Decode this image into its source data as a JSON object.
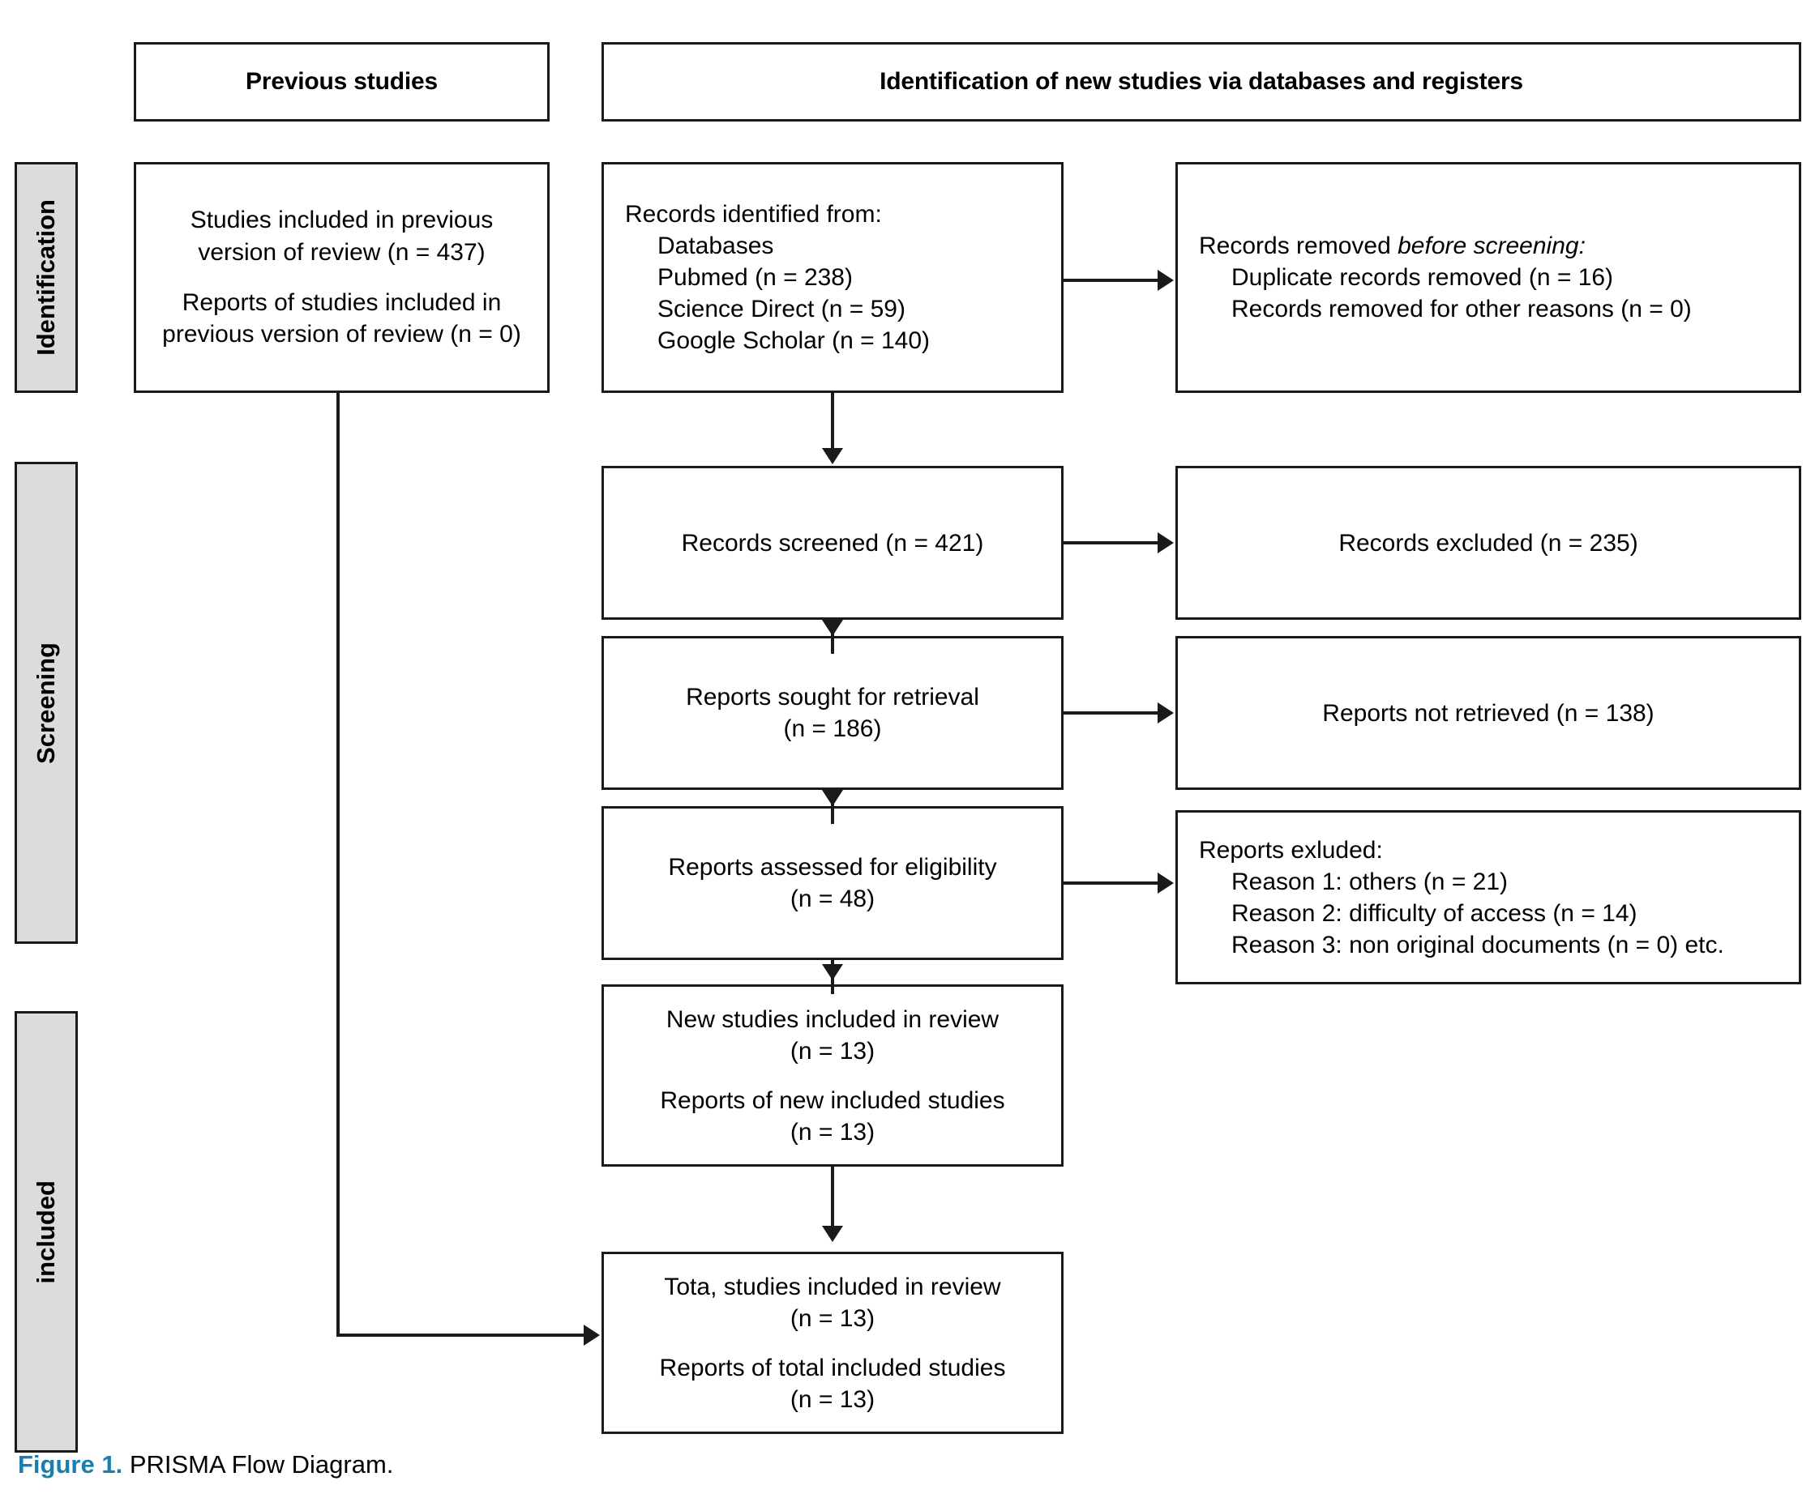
{
  "figure": {
    "number_label": "Figure 1.",
    "caption_text": " PRISMA Flow Diagram.",
    "accent_color": "#1b7fad"
  },
  "column_headers": {
    "previous": "Previous studies",
    "new": "Identification of new studies via databases and registers"
  },
  "phase_bands": [
    {
      "label": "Identification"
    },
    {
      "label": "Screening"
    },
    {
      "label": "included"
    }
  ],
  "previous_studies_box": {
    "para1": "Studies included in previous version of review (n = 437)",
    "para2": "Reports of studies included in previous version of review (n = 0)"
  },
  "identification": {
    "records_identified": {
      "title": "Records identified from:",
      "items": [
        "Databases",
        "Pubmed (n = 238)",
        "Science Direct (n = 59)",
        "Google Scholar (n = 140)"
      ]
    },
    "records_removed": {
      "title_plain": "Records removed ",
      "title_italic": "before screening:",
      "items": [
        "Duplicate records removed (n = 16)",
        "Records removed for other reasons (n = 0)"
      ]
    }
  },
  "screening": {
    "records_screened": "Records screened (n = 421)",
    "records_excluded": "Records excluded (n = 235)",
    "reports_sought_line1": "Reports sought for retrieval",
    "reports_sought_line2": "(n = 186)",
    "reports_not_retrieved": "Reports not retrieved (n = 138)",
    "reports_assessed_line1": "Reports assessed for eligibility",
    "reports_assessed_line2": "(n = 48)",
    "reports_excluded": {
      "title": "Reports exluded:",
      "items": [
        "Reason 1: others (n = 21)",
        "Reason 2: difficulty of access (n = 14)",
        "Reason 3: non original documents (n = 0) etc."
      ]
    }
  },
  "included": {
    "new_studies": {
      "para1_line1": "New studies included in review",
      "para1_line2": "(n = 13)",
      "para2_line1": "Reports of new included studies",
      "para2_line2": "(n = 13)"
    },
    "total_studies": {
      "para1_line1": "Tota, studies included in review",
      "para1_line2": "(n = 13)",
      "para2_line1": "Reports of total included studies",
      "para2_line2": "(n = 13)"
    }
  }
}
